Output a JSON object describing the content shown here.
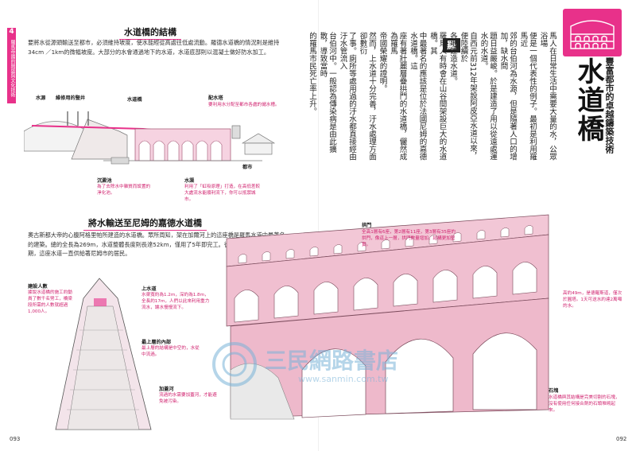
{
  "left_page": {
    "chapter_num": "4",
    "spine_text": "羅馬帝國的興盛與文化技術",
    "section1_title": "水道橋的結構",
    "section1_body": "要將水從源頭輸送至都市，必須維持坡度，使水能經從高處往低處流動。羅德水道橋的情況則是維持34cm ／1km的微幅坡度。大部分的水會通過地下的水道，水道底部則以混凝土做好防水加工。",
    "diagram1": {
      "label_source": "水源",
      "label_shaft": "維修用的豎井",
      "label_bridge": "水道橋",
      "label_tower": "配水塔",
      "note_tower": "要利用水分配至都市各處的儲水槽。",
      "label_settle": "沉澱池",
      "note_settle": "為了去除水中雜質而設置的淨化池。",
      "label_channel": "水渠",
      "note_channel": "利用了「虹吸原理」打造，在高低差較大處流水能順利流下，你可以抵禦城市。",
      "label_city": "都市"
    },
    "section2_title": "將水輸送至尼姆的嘉德水道橋",
    "section2_body": "奧古斯都大帝的心腹阿格里帕所建造的水道橋。眾所周知，架在加爾河上的這座橋是羅馬水道中最著名的建築。總的全長為269m，水道整體長度則長達52km，僅用了5年即完工。從水源到達到羅馬帝國時期，這座水道一直供給著尼姆市的居民。",
    "diagram2": {
      "label_workers": "建設人數",
      "note_workers": "據說水道橋的施工約動員了數千名勞工，橋梁段所需的人數就超過1,000人。",
      "label_channel": "上水道",
      "note_channel": "水渠寬約為1.2m，深約為1.8m，全長約17m，人們以此來利用重力流水，讓水慢慢流下。",
      "label_top": "最上層的內部",
      "note_top": "最上層的結構是中空的，水從中流過。",
      "label_add": "加蓋河",
      "note_add": "流過的水需要加蓋河，才能避免被污染。"
    },
    "page_num": "093"
  },
  "right_page": {
    "tag": "羅",
    "main_title": "水道橋",
    "sub_title": "豐富都市的卓越鑄築技術",
    "text_columns": [
      "馬人在日常生活中需要大量的水，公眾浴場",
      "便是一個代表性的例子。最初是利用羅馬近",
      "郊的台伯河為水源，但是隨著人口的增加，缺水問",
      "題日益嚴峻。於是建造了用以從遠處運水的水道。",
      "自西元前312年架設阿皮亞水道以來，便陸續於",
      "各地建造水道。",
      "羅馬人有時會在山谷間架設巨大的水道橋。其",
      "中最著名的應該是位於法國尼姆的嘉德水道橋。這",
      "座有著壯麗層疊拱門的水道橋，儼然成為羅馬",
      "帝國榮耀的證明。",
      "然而，上水道十分完善，汙水處理方面卻數衍",
      "了事。廁所等處用過的汙水都直接經由汙水管流入",
      "台伯河中。一般認為傳染病是由此擴散，導致當時",
      "的羅馬市民死亡率上升。"
    ],
    "diagram": {
      "label_arch": "拱門",
      "note_arch": "全高1層有6座，第2層有11座，第3層有35座的拱門，像這上一層，拱門數量增加，結構更加堅實。",
      "note_height": "高約49m，是德羅斯道，僅次於圓塔。1天可送水約達2萬噸的水。",
      "label_stone": "石塊",
      "note_stone": "水道橋與其結構是完美切割的石塊，沒有使用任何接合劑的石頭堆砌起來。"
    },
    "page_num": "092"
  },
  "watermark": {
    "text": "三民網路書店",
    "url": "www.sanmin.com.tw"
  }
}
